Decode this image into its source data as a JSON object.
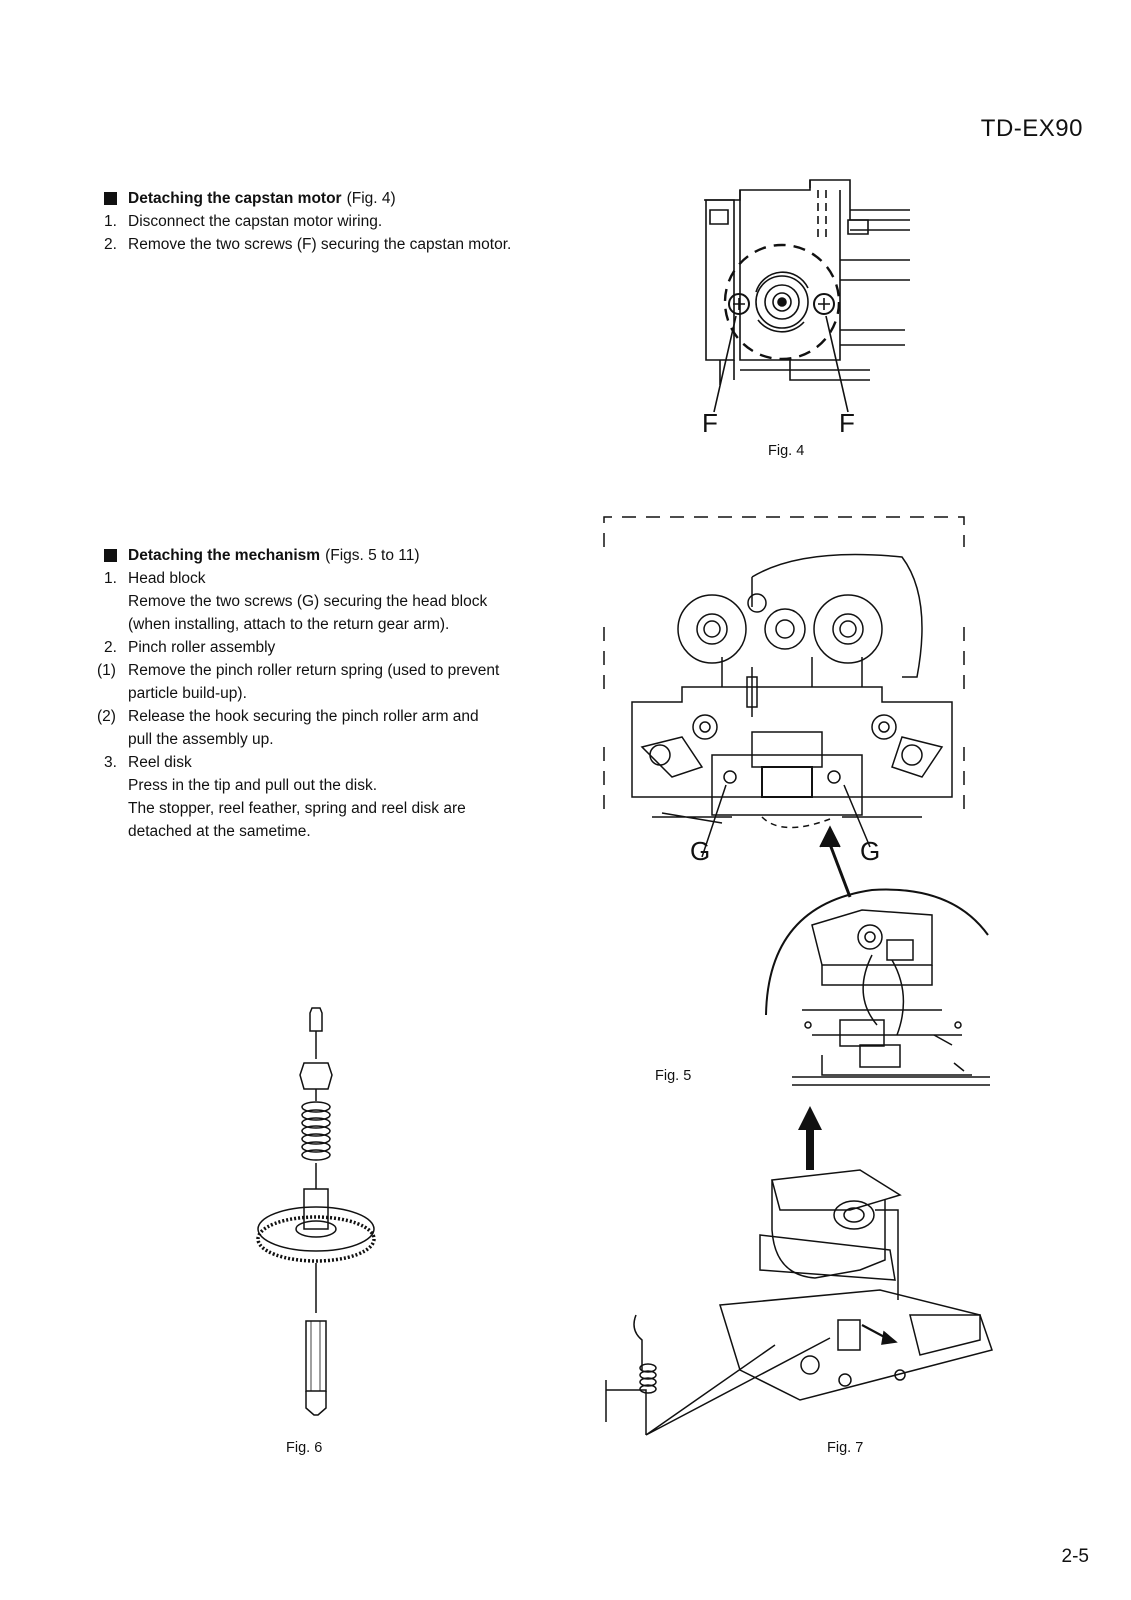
{
  "header": {
    "model": "TD-EX90"
  },
  "footer": {
    "page_number": "2-5"
  },
  "section_capstan": {
    "title": "Detaching the capstan motor",
    "figure_ref": "(Fig. 4)",
    "steps": [
      {
        "num": "1.",
        "text": "Disconnect the capstan motor wiring."
      },
      {
        "num": "2.",
        "text": "Remove the two screws (F) securing the capstan motor."
      }
    ]
  },
  "section_mechanism": {
    "title": "Detaching the mechanism",
    "figure_ref": "(Figs. 5 to 11)",
    "step1": {
      "num": "1.",
      "title": "Head block",
      "text": "Remove the two screws (G) securing the head block (when installing, attach to the return gear arm)."
    },
    "step2": {
      "num": "2.",
      "title": "Pinch roller assembly",
      "subs": [
        {
          "num": "(1)",
          "text": "Remove the pinch roller return spring (used to prevent  particle build-up)."
        },
        {
          "num": "(2)",
          "text": "Release the hook securing the pinch roller arm and pull the assembly  up."
        }
      ]
    },
    "step3": {
      "num": "3.",
      "title": "Reel disk",
      "lines": [
        "Press in the tip and pull out the disk.",
        "The stopper, reel feather, spring and reel disk are detached at the sametime."
      ]
    }
  },
  "figures": {
    "fig4": {
      "caption": "Fig. 4",
      "labels": [
        "F",
        "F"
      ]
    },
    "fig5": {
      "caption": "Fig. 5",
      "labels": [
        "G",
        "G"
      ]
    },
    "fig6": {
      "caption": "Fig. 6"
    },
    "fig7": {
      "caption": "Fig. 7"
    }
  }
}
